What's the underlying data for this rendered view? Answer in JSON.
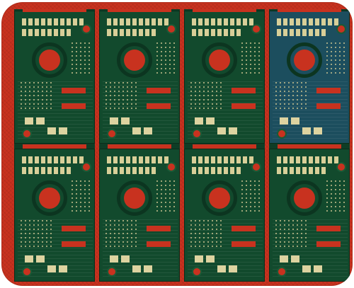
{
  "image": {
    "subject": "pcb-panel",
    "colors": {
      "background_frame": "#c8321f",
      "solder_mask": "#124a2d",
      "gold_pads": "#ddd3a0",
      "highlighted_board": "#1c4e5e"
    },
    "grid": {
      "columns": 4,
      "rows": 2
    }
  }
}
